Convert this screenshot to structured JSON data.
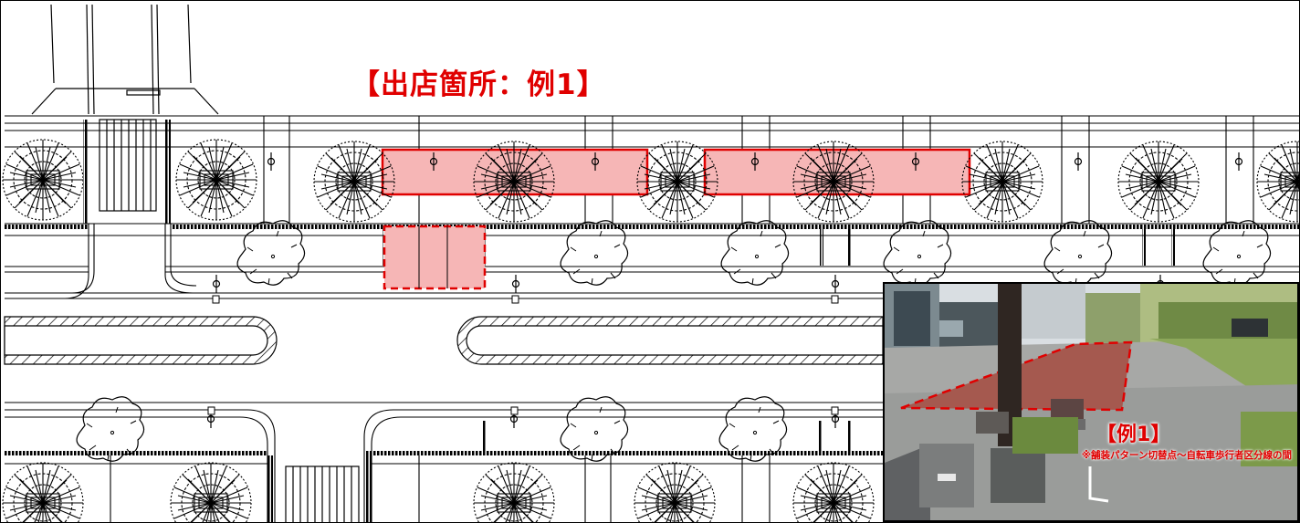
{
  "title": "【出店箇所：例1】",
  "photo": {
    "label": "【例1】",
    "note": "※舗装パターン切替点～自転車歩行者区分線の間"
  },
  "colors": {
    "highlight_stroke": "#e00000",
    "highlight_fill": "#f6b6b6",
    "line": "#000000",
    "pavement_red": "#a5594f"
  },
  "icons": [
    "tree-icon",
    "shrub-icon",
    "light-pole-icon",
    "crosswalk-icon"
  ]
}
